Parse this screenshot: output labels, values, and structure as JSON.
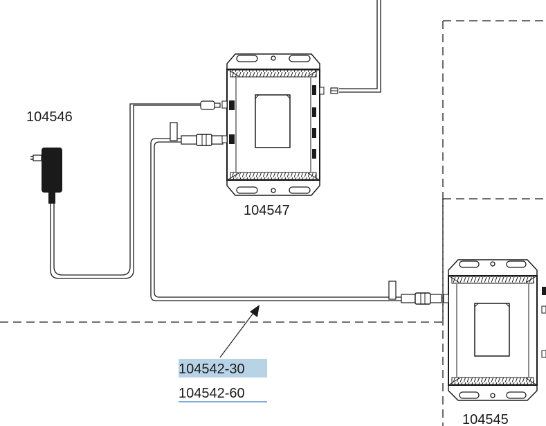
{
  "parts": {
    "power_supply": "104546",
    "base_unit": "104547",
    "remote_unit": "104545",
    "cable_option_a": "104542-30",
    "cable_option_b": "104542-60"
  },
  "colors": {
    "line": "#1a1a1a",
    "selection_highlight": "#b9d3e6",
    "underline": "#2f7fc0"
  }
}
